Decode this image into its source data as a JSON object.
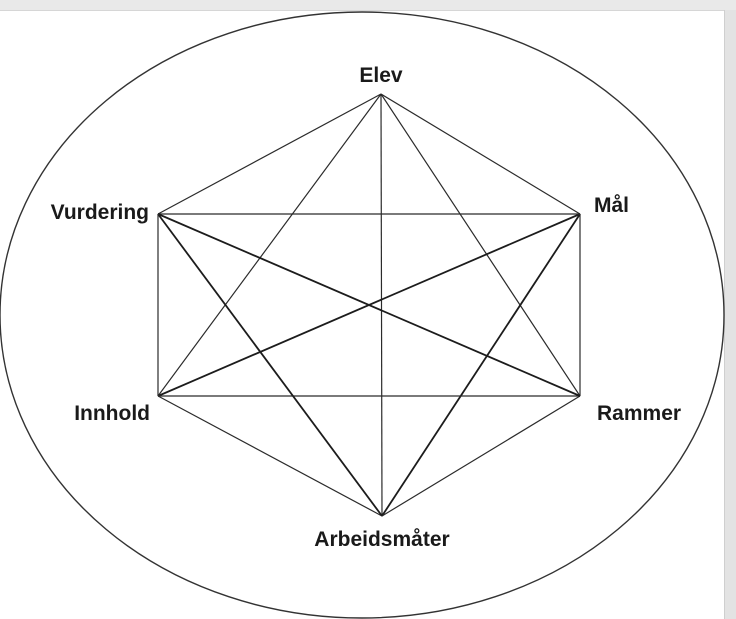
{
  "diagram": {
    "nodes": [
      {
        "id": "elev",
        "label": "Elev"
      },
      {
        "id": "mal",
        "label": "Mål"
      },
      {
        "id": "rammer",
        "label": "Rammer"
      },
      {
        "id": "arbeidsmater",
        "label": "Arbeidsmåter"
      },
      {
        "id": "innhold",
        "label": "Innhold"
      },
      {
        "id": "vurdering",
        "label": "Vurdering"
      }
    ],
    "edges": [
      [
        "elev",
        "mal"
      ],
      [
        "elev",
        "rammer"
      ],
      [
        "elev",
        "arbeidsmater"
      ],
      [
        "elev",
        "innhold"
      ],
      [
        "elev",
        "vurdering"
      ],
      [
        "mal",
        "rammer"
      ],
      [
        "mal",
        "arbeidsmater"
      ],
      [
        "mal",
        "innhold"
      ],
      [
        "mal",
        "vurdering"
      ],
      [
        "rammer",
        "arbeidsmater"
      ],
      [
        "rammer",
        "innhold"
      ],
      [
        "rammer",
        "vurdering"
      ],
      [
        "arbeidsmater",
        "innhold"
      ],
      [
        "arbeidsmater",
        "vurdering"
      ],
      [
        "innhold",
        "vurdering"
      ]
    ]
  }
}
